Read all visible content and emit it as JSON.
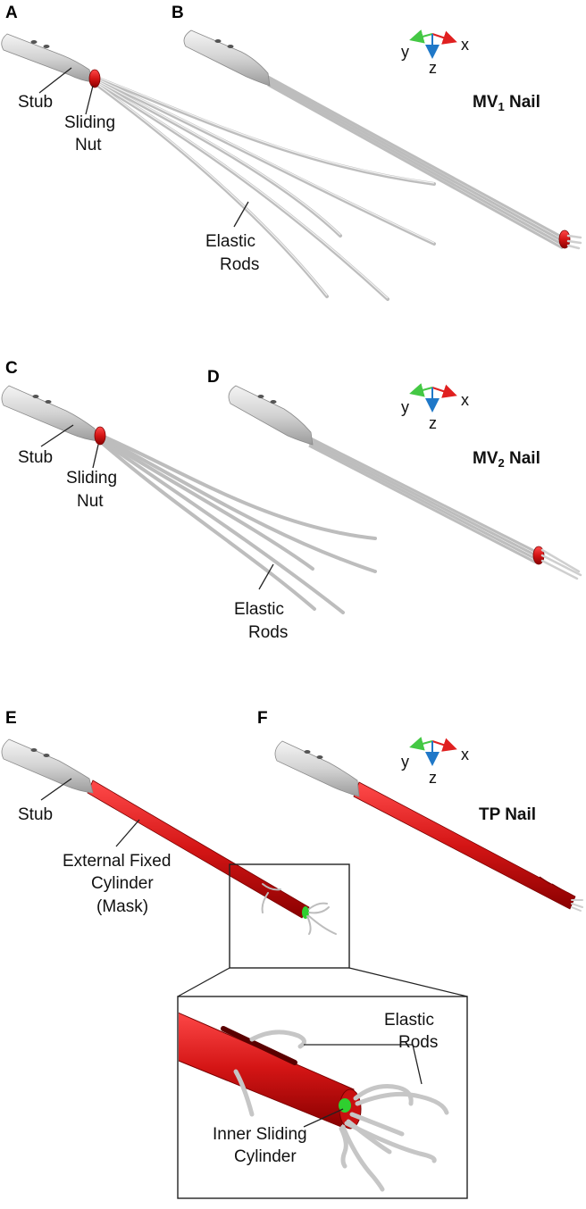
{
  "panels": {
    "a": "A",
    "b": "B",
    "c": "C",
    "d": "D",
    "e": "E",
    "f": "F"
  },
  "axes": {
    "x": "x",
    "y": "y",
    "z": "z"
  },
  "labels": {
    "stub": "Stub",
    "sliding_line1": "Sliding",
    "sliding_line2": "Nut",
    "elastic_line1": "Elastic",
    "elastic_line2": "Rods",
    "external_line1": "External  Fixed",
    "external_line2": "Cylinder",
    "external_line3": "(Mask)",
    "inner_line1": "Inner  Sliding",
    "inner_line2": "Cylinder"
  },
  "nails": {
    "mv1": {
      "prefix": "MV",
      "sub": "1",
      "suffix": " Nail"
    },
    "mv2": {
      "prefix": "MV",
      "sub": "2",
      "suffix": " Nail"
    },
    "tp": {
      "name": "TP Nail"
    }
  },
  "colors": {
    "nut": "#cc1010",
    "cylinder": "#d41515",
    "inner": "#2fcf2f",
    "axis_x": "#e02020",
    "axis_y": "#44c844",
    "axis_z": "#1f78c8",
    "metal": "#d9d9d9"
  }
}
